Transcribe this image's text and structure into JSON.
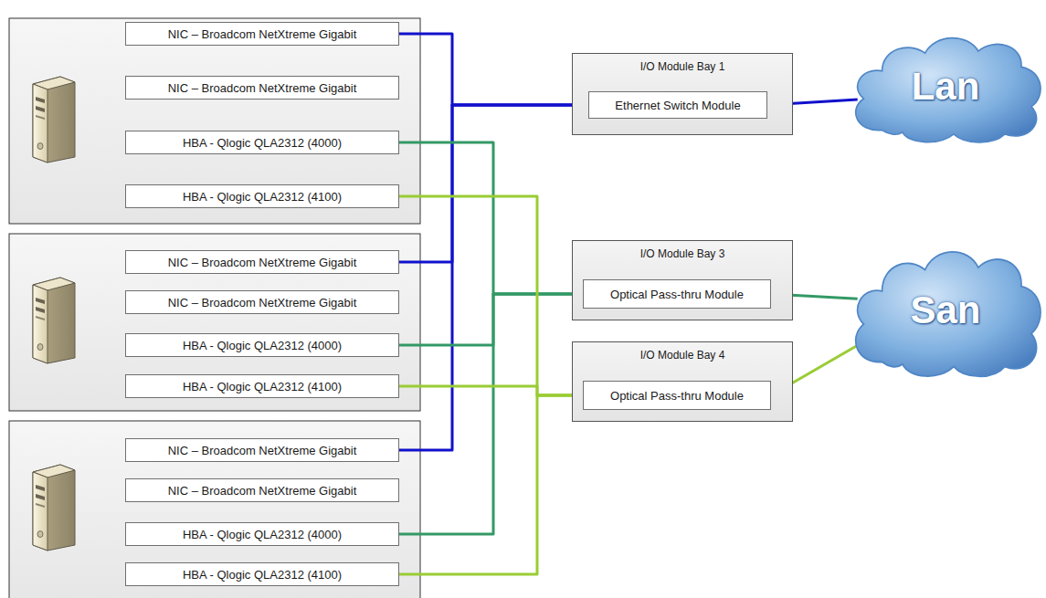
{
  "diagram": {
    "nodes": [
      {
        "text": [
          "NIC – Broadcom NetXtreme Gigabit"
        ]
      },
      {
        "text": [
          "NIC – Broadcom NetXtreme Gigabit"
        ]
      },
      {
        "text": [
          "HBA - Qlogic QLA2312 (4000)"
        ]
      },
      {
        "text": [
          "HBA - Qlogic QLA2312 (4100)"
        ]
      },
      {
        "text": [
          "NIC – Broadcom NetXtreme Gigabit"
        ]
      },
      {
        "text": [
          "NIC – Broadcom NetXtreme Gigabit"
        ]
      },
      {
        "text": [
          "HBA - Qlogic QLA2312 (4000)"
        ]
      },
      {
        "text": [
          "HBA - Qlogic QLA2312 (4100)"
        ]
      },
      {
        "text": [
          "NIC – Broadcom NetXtreme Gigabit"
        ]
      },
      {
        "text": [
          "NIC – Broadcom NetXtreme Gigabit"
        ]
      },
      {
        "text": [
          "HBA - Qlogic QLA2312 (4000)"
        ]
      },
      {
        "text": [
          "HBA - Qlogic QLA2312 (4100)"
        ]
      },
      {
        "text": [
          "I/O Module Bay 1"
        ]
      },
      {
        "text": [
          "Ethernet Switch Module"
        ],
        "in": 12
      },
      {
        "text": [
          "Lan"
        ]
      },
      {
        "text": [
          "I/O Module Bay 3"
        ]
      },
      {
        "text": [
          "Optical Pass-thru Module"
        ],
        "in": 15
      },
      {
        "text": [
          "I/O Module Bay 4"
        ]
      },
      {
        "text": [
          "Optical Pass-thru Module"
        ],
        "in": 17
      },
      {
        "text": [
          "San"
        ]
      }
    ],
    "edges": [
      {
        "from": 0,
        "to": 13,
        "arrow": "none"
      },
      {
        "from": 4,
        "to": 13,
        "arrow": "none"
      },
      {
        "from": 8,
        "to": 13,
        "arrow": "none"
      },
      {
        "from": 2,
        "to": 16,
        "arrow": "none"
      },
      {
        "from": 6,
        "to": 16,
        "arrow": "none"
      },
      {
        "from": 10,
        "to": 16,
        "arrow": "none"
      },
      {
        "from": 3,
        "to": 18,
        "arrow": "none"
      },
      {
        "from": 7,
        "to": 18,
        "arrow": "none"
      },
      {
        "from": 11,
        "to": 18,
        "arrow": "none"
      },
      {
        "from": 13,
        "to": 14,
        "arrow": "none"
      },
      {
        "from": 16,
        "to": 19,
        "arrow": "none"
      },
      {
        "from": 18,
        "to": 19,
        "arrow": "none"
      }
    ]
  }
}
